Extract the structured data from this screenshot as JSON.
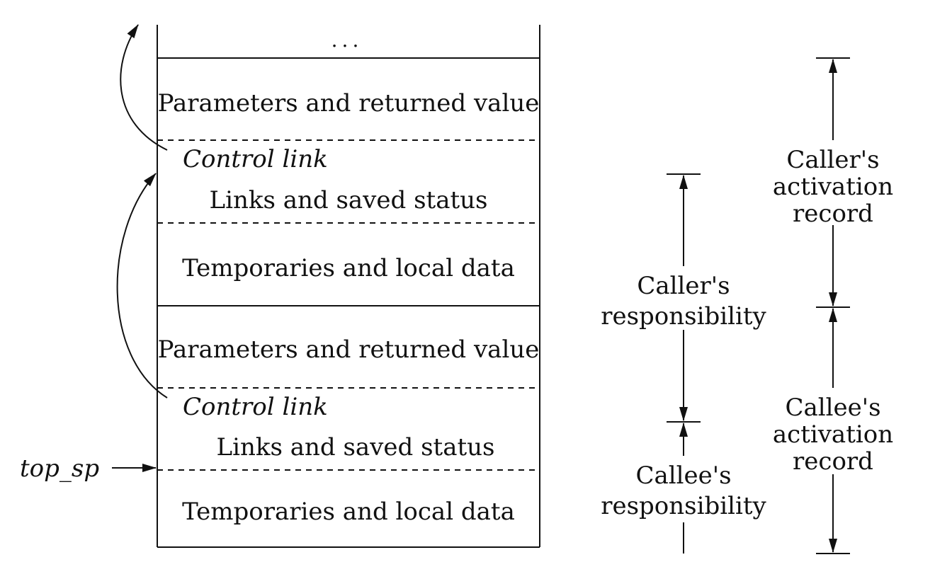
{
  "stack": {
    "ellipsis": "...",
    "upper_record": {
      "params": "Parameters and returned value",
      "control_link": "Control link",
      "links": "Links and saved status",
      "temporaries": "Temporaries and local data"
    },
    "lower_record": {
      "params": "Parameters and returned value",
      "control_link": "Control link",
      "links": "Links and saved status",
      "temporaries": "Temporaries and local data"
    }
  },
  "pointer": {
    "label": "top_sp"
  },
  "responsibility": {
    "caller": [
      "Caller's",
      "responsibility"
    ],
    "callee": [
      "Callee's",
      "responsibility"
    ]
  },
  "activation_record": {
    "caller": [
      "Caller's",
      "activation",
      "record"
    ],
    "callee": [
      "Callee's",
      "activation",
      "record"
    ]
  }
}
